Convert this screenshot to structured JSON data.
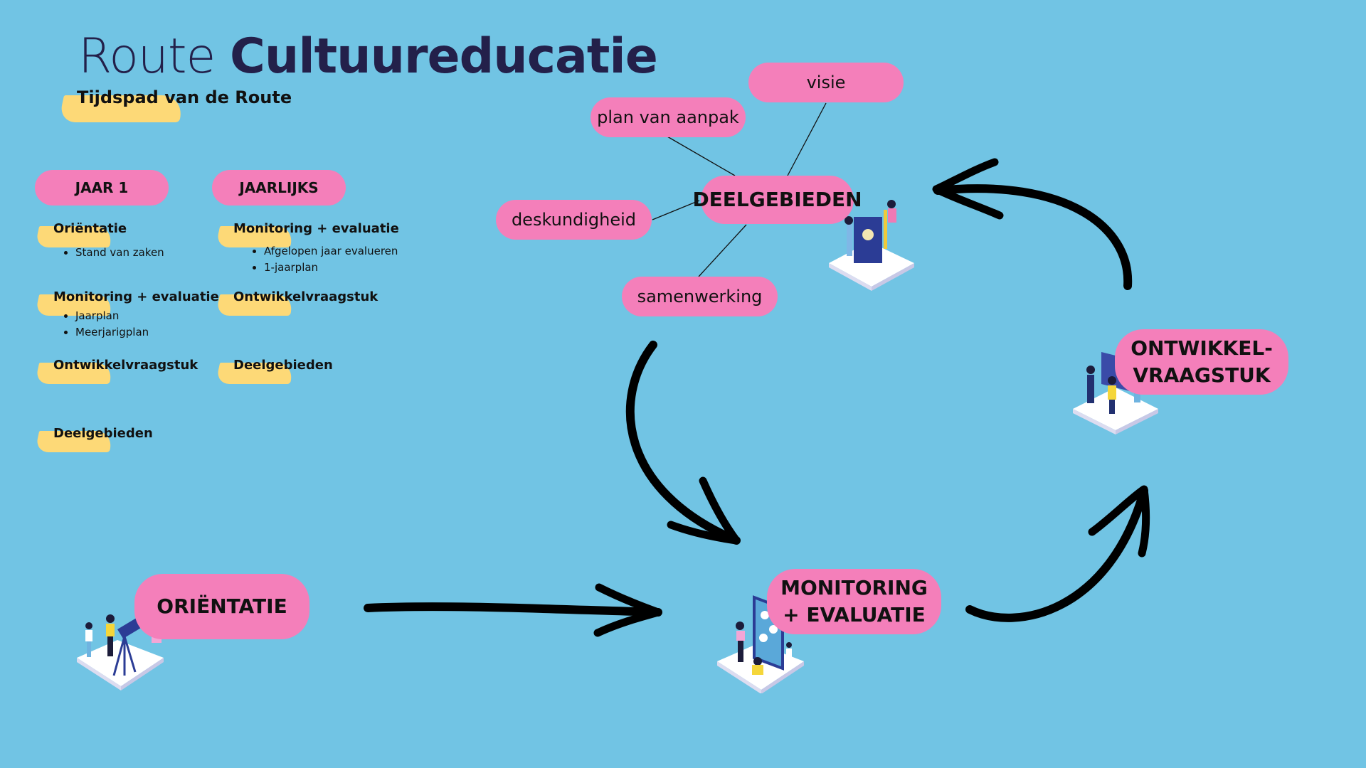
{
  "header": {
    "title_light": "Route",
    "title_bold": "Cultuureducatie",
    "subtitle": "Tijdspad van de Route"
  },
  "columns": [
    {
      "label": "JAAR 1",
      "items": [
        {
          "title": "Oriëntatie",
          "bullets": [
            "Stand van zaken"
          ]
        },
        {
          "title": "Monitoring + evaluatie",
          "bullets": [
            "Jaarplan",
            "Meerjarigplan"
          ]
        },
        {
          "title": "Ontwikkelvraagstuk",
          "bullets": []
        },
        {
          "title": "Deelgebieden",
          "bullets": []
        }
      ]
    },
    {
      "label": "JAARLIJKS",
      "items": [
        {
          "title": "Monitoring + evaluatie",
          "bullets": [
            "Afgelopen jaar evalueren",
            "1-jaarplan"
          ]
        },
        {
          "title": "Ontwikkelvraagstuk",
          "bullets": []
        },
        {
          "title": "Deelgebieden",
          "bullets": []
        }
      ]
    }
  ],
  "cycle": {
    "orientatie": "ORIËNTATIE",
    "monitoring_line1": "MONITORING",
    "monitoring_line2": "+ EVALUATIE",
    "ontwikkel_line1": "ONTWIKKEL-",
    "ontwikkel_line2": "VRAAGSTUK",
    "deelgebieden": "DEELGEBIEDEN"
  },
  "subnodes": {
    "visie": "visie",
    "plan": "plan van aanpak",
    "deskundigheid": "deskundigheid",
    "samenwerking": "samenwerking"
  },
  "colors": {
    "background": "#71c4e4",
    "pill": "#f47fba",
    "brush": "#fdd977",
    "title": "#23204a"
  }
}
